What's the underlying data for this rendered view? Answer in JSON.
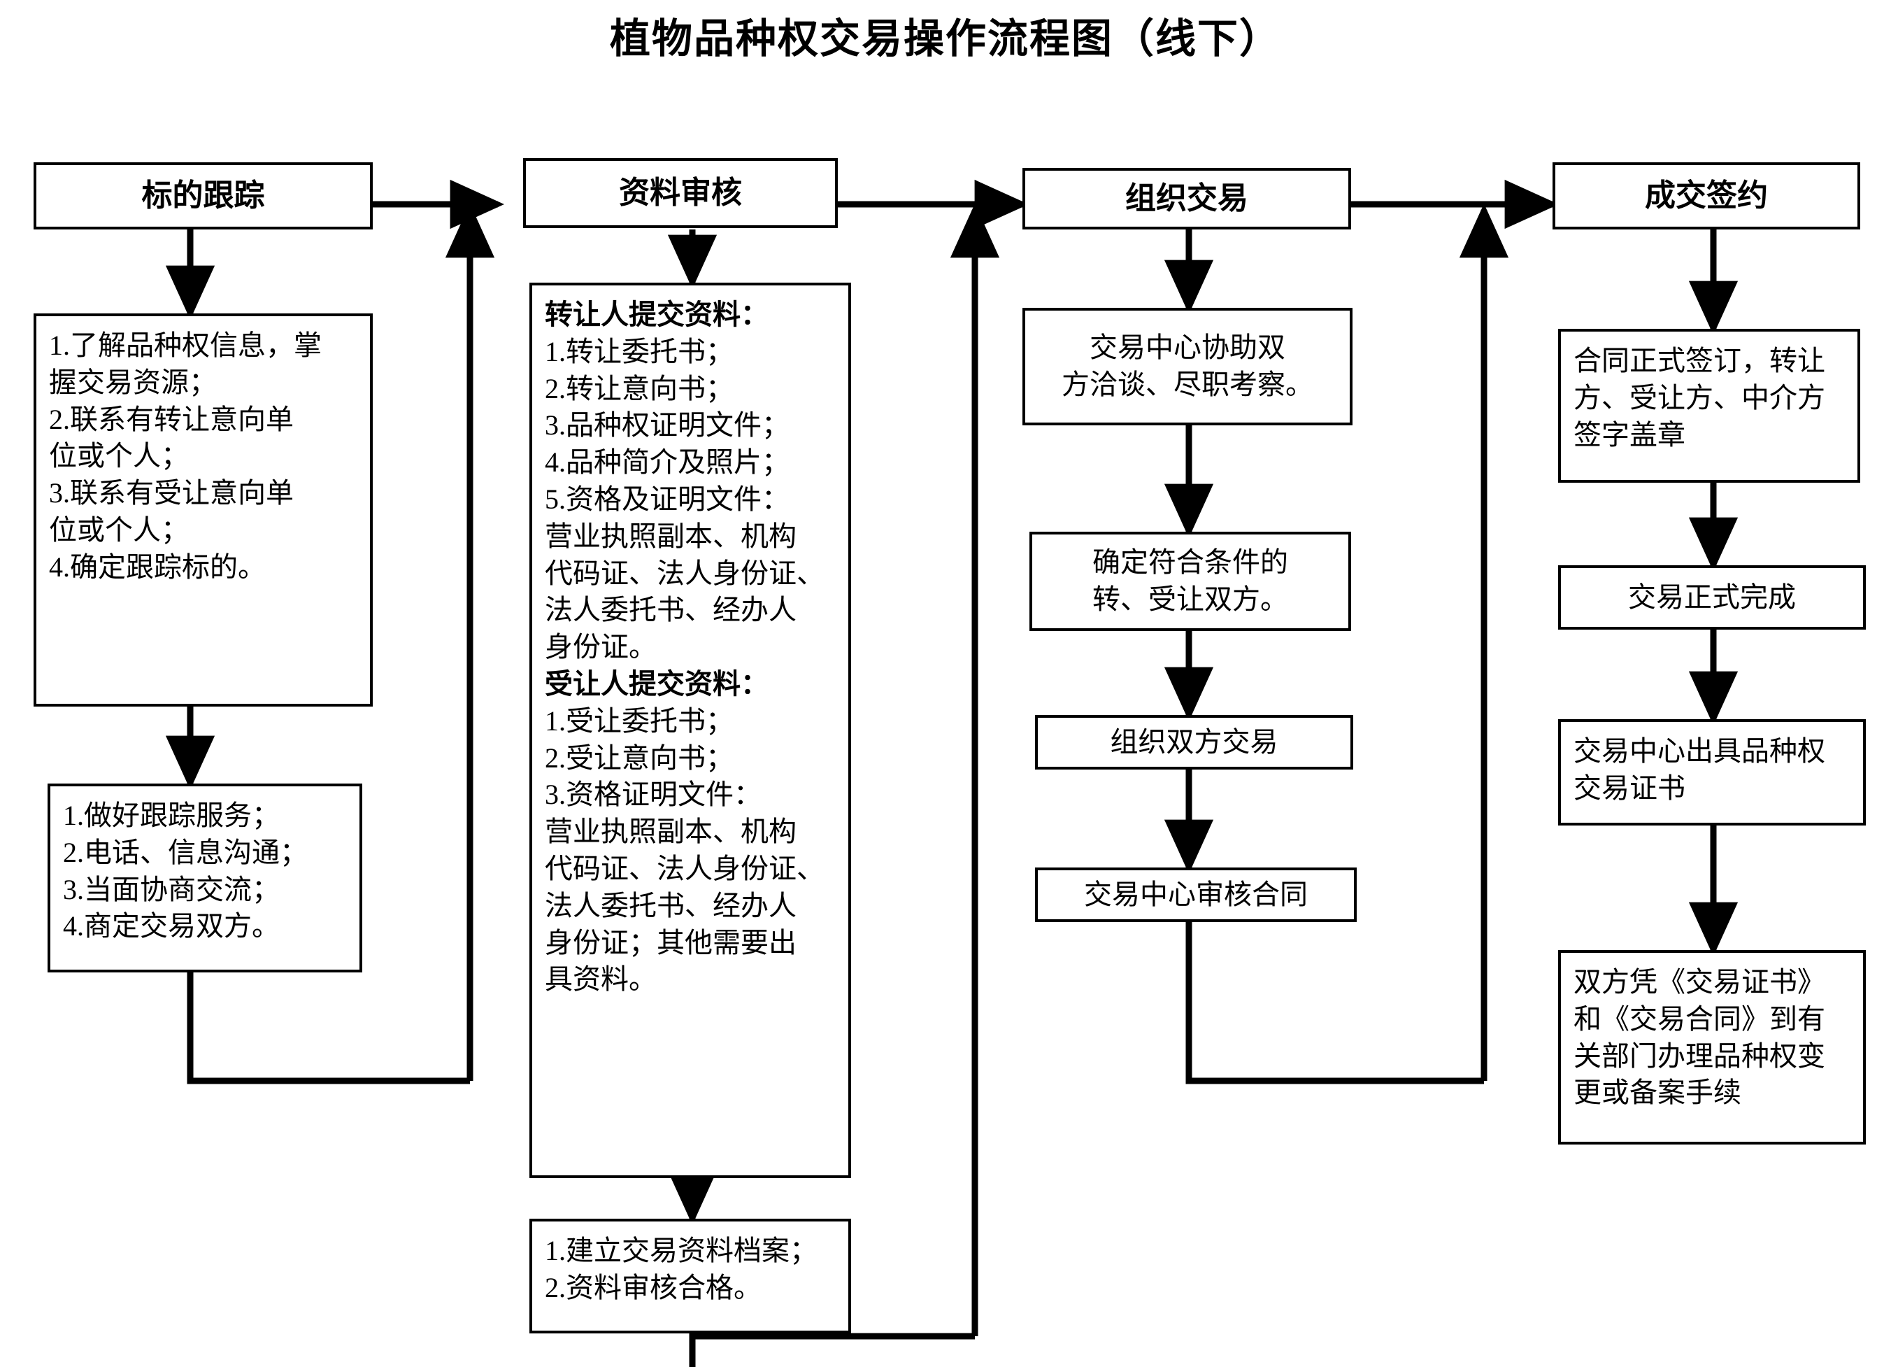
{
  "title": "植物品种权交易操作流程图（线下）",
  "chart_data": {
    "type": "diagram",
    "diagram_kind": "flowchart",
    "orientation": "left-to-right with vertical sub-steps and feedback loops",
    "stages": [
      "标的跟踪",
      "资料审核",
      "组织交易",
      "成交签约"
    ],
    "notes": "四个阶段横向串联，每个阶段下方纵向展开具体步骤；资料审核末步回流至标的跟踪与组织交易，交易中心审核合同回流至成交签约。"
  },
  "stage1": {
    "header": "标的跟踪",
    "box1": {
      "lines": [
        "1.了解品种权信息，掌",
        "握交易资源；",
        "2.联系有转让意向单",
        "位或个人；",
        "3.联系有受让意向单",
        "位或个人；",
        "4.确定跟踪标的。"
      ],
      "text": "1.了解品种权信息，掌握交易资源；2.联系有转让意向单位或个人；3.联系有受让意向单位或个人；4.确定跟踪标的。"
    },
    "box2": {
      "lines": [
        "1.做好跟踪服务；",
        "2.电话、信息沟通；",
        "3.当面协商交流；",
        "4.商定交易双方。"
      ],
      "text": "1.做好跟踪服务；2.电话、信息沟通；3.当面协商交流；4.商定交易双方。"
    }
  },
  "stage2": {
    "header": "资料审核",
    "box1": {
      "transferor_heading": "转让人提交资料：",
      "transferor_lines": [
        "1.转让委托书；",
        "2.转让意向书；",
        "3.品种权证明文件；",
        "4.品种简介及照片；",
        "5.资格及证明文件：",
        "营业执照副本、机构",
        "代码证、法人身份证、",
        "法人委托书、经办人",
        "身份证。"
      ],
      "transferee_heading": "受让人提交资料：",
      "transferee_lines": [
        "1.受让委托书；",
        "2.受让意向书；",
        "3.资格证明文件：",
        "营业执照副本、机构",
        "代码证、法人身份证、",
        "法人委托书、经办人",
        "身份证；其他需要出",
        "具资料。"
      ]
    },
    "box2": {
      "lines": [
        "1.建立交易资料档案；",
        "2.资料审核合格。"
      ],
      "text": "1.建立交易资料档案；2.资料审核合格。"
    }
  },
  "stage3": {
    "header": "组织交易",
    "box1": {
      "lines": [
        "交易中心协助双",
        "方洽谈、尽职考察。"
      ],
      "text": "交易中心协助双方洽谈、尽职考察。"
    },
    "box2": {
      "lines": [
        "确定符合条件的",
        "转、受让双方。"
      ],
      "text": "确定符合条件的转、受让双方。"
    },
    "box3": {
      "lines": [
        "组织双方交易"
      ],
      "text": "组织双方交易"
    },
    "box4": {
      "lines": [
        "交易中心审核合同"
      ],
      "text": "交易中心审核合同"
    }
  },
  "stage4": {
    "header": "成交签约",
    "box1": {
      "lines": [
        "合同正式签订，转让",
        "方、受让方、中介方",
        "签字盖章"
      ],
      "text": "合同正式签订，转让方、受让方、中介方签字盖章"
    },
    "box2": {
      "lines": [
        "交易正式完成"
      ],
      "text": "交易正式完成"
    },
    "box3": {
      "lines": [
        "交易中心出具品种权",
        "交易证书"
      ],
      "text": "交易中心出具品种权交易证书"
    },
    "box4": {
      "lines": [
        "双方凭《交易证书》",
        "和《交易合同》到有",
        "关部门办理品种权变",
        "更或备案手续"
      ],
      "text": "双方凭《交易证书》和《交易合同》到有关部门办理品种权变更或备案手续"
    }
  },
  "colors": {
    "stroke": "#000000",
    "background": "#ffffff",
    "text": "#000000"
  }
}
